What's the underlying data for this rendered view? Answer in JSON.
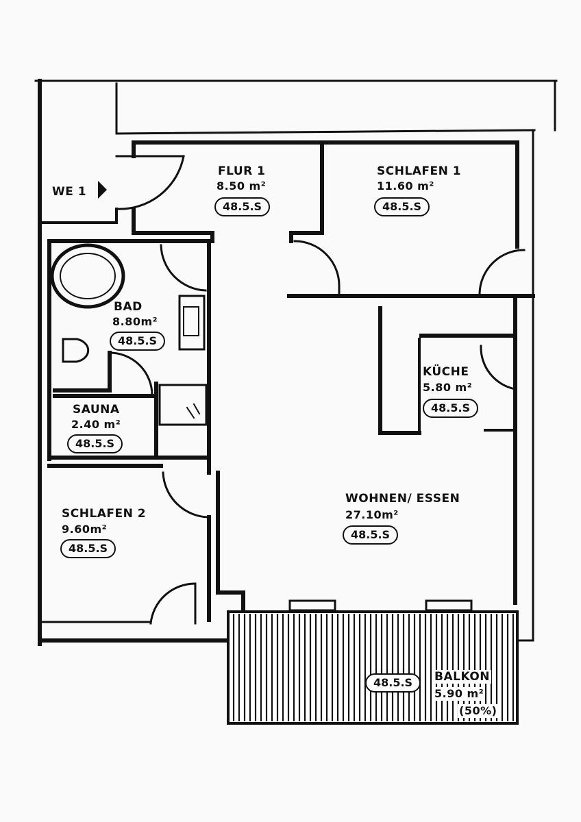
{
  "rooms": {
    "flur": {
      "name": "FLUR 1",
      "area": "8.50 m²",
      "tag": "48.5.S"
    },
    "schlafen1": {
      "name": "SCHLAFEN 1",
      "area": "11.60 m²",
      "tag": "48.5.S"
    },
    "bad": {
      "name": "BAD",
      "area": "8.80m²",
      "tag": "48.5.S"
    },
    "sauna": {
      "name": "SAUNA",
      "area": "2.40 m²",
      "tag": "48.5.S"
    },
    "kueche": {
      "name": "KÜCHE",
      "area": "5.80 m²",
      "tag": "48.5.S"
    },
    "schlafen2": {
      "name": "SCHLAFEN 2",
      "area": "9.60m²",
      "tag": "48.5.S"
    },
    "wohnen": {
      "name": "WOHNEN/ ESSEN",
      "area": "27.10m²",
      "tag": "48.5.S"
    },
    "balkon": {
      "name": "BALKON",
      "area": "5.90 m²",
      "note": "(50%)",
      "tag": "48.5.S"
    }
  },
  "entrance": {
    "label": "WE 1"
  },
  "colors": {
    "ink": "#111111",
    "paper": "#fafafa"
  }
}
